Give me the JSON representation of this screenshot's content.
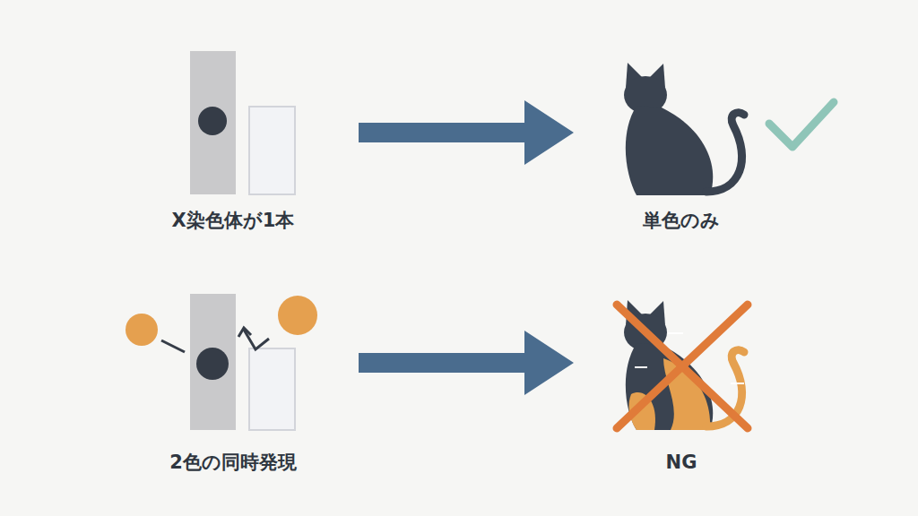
{
  "diagram": {
    "nodes": [
      {
        "text": [
          "X染色体が1本"
        ]
      },
      {
        "text": [
          "単色のみ"
        ]
      },
      {
        "text": [
          "2色の同時発現"
        ]
      },
      {
        "text": [
          "NG"
        ]
      }
    ],
    "edges": [
      {
        "from": 0,
        "to": 1,
        "arrow": "to"
      },
      {
        "from": 2,
        "to": 3,
        "arrow": "to"
      }
    ]
  }
}
